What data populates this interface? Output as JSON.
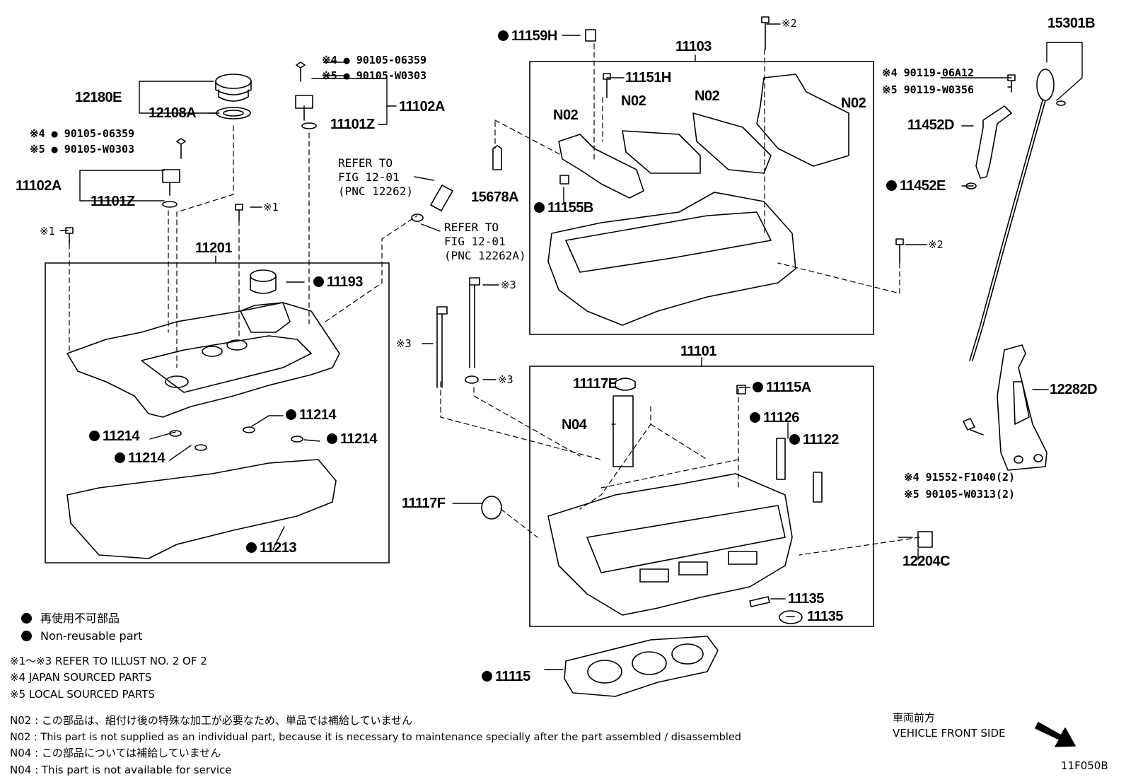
{
  "parts": {
    "p15301B": "15301B",
    "p11159H": "11159H",
    "p11103": "11103",
    "p11151H": "11151H",
    "p11452D": "11452D",
    "p11452E": "11452E",
    "p11155B": "11155B",
    "p15678A": "15678A",
    "p12180E": "12180E",
    "p12108A": "12108A",
    "p11102A_a": "11102A",
    "p11101Z_a": "11101Z",
    "p11102A_b": "11102A",
    "p11101Z_b": "11101Z",
    "p11201": "11201",
    "p11193": "11193",
    "p11214_a": "11214",
    "p11214_b": "11214",
    "p11214_c": "11214",
    "p11214_d": "11214",
    "p11213": "11213",
    "p11101": "11101",
    "p11117E": "11117E",
    "p11115A": "11115A",
    "p11126": "11126",
    "p11122": "11122",
    "pN04": "N04",
    "p11117F": "11117F",
    "p12204C": "12204C",
    "p11135_a": "11135",
    "p11135_b": "11135",
    "p11115": "11115",
    "p12282D": "12282D",
    "n02_a": "N02",
    "n02_b": "N02",
    "n02_c": "N02",
    "n02_d": "N02"
  },
  "marks": {
    "m1_a": "※1",
    "m1_b": "※1",
    "m2_a": "※2",
    "m2_b": "※2",
    "m3_a": "※3",
    "m3_b": "※3",
    "m3_c": "※3"
  },
  "bolts": {
    "top4": "※4 ● 90105-06359",
    "top5": "※5 ● 90105-W0303",
    "left4": "※4 ● 90105-06359",
    "left5": "※5 ● 90105-W0303",
    "right4": "※4 90119-06A12",
    "right5": "※5 90119-W0356",
    "bottom4": "※4 91552-F1040(2)",
    "bottom5": "※5 90105-W0313(2)"
  },
  "refs": {
    "ref1": "REFER TO\nFIG 12-01\n(PNC 12262)",
    "ref2": "REFER TO\nFIG 12-01\n(PNC 12262A)"
  },
  "legend": {
    "jp": "再使用不可部品",
    "en": "Non-reusable part",
    "note1": "※1～※3  REFER TO ILLUST NO. 2 OF 2",
    "note4": "※4 JAPAN SOURCED PARTS",
    "note5": "※5 LOCAL SOURCED PARTS"
  },
  "footnotes": {
    "n02_jp": "N02 : この部品は、組付け後の特殊な加工が必要なため、単品では補給していません",
    "n02_en": "N02 : This part is not supplied as an individual part, because it is necessary to maintenance specially after the part assembled / disassembled",
    "n04_jp": "N04 : この部品については補給していません",
    "n04_en": "N04 : This part is not available for service"
  },
  "direction": {
    "jp": "車両前方",
    "en": "VEHICLE FRONT SIDE"
  },
  "figure_id": "11F050B"
}
